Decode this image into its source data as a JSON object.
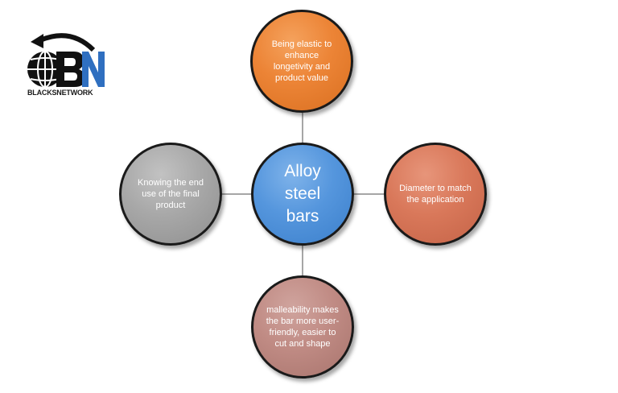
{
  "logo": {
    "brand": "BLACKSNETWORK",
    "mark": "BN"
  },
  "diagram": {
    "center": "Alloy steel bars",
    "top": "Being elastic to enhance longetivity and product value",
    "right": "Diameter to match the application",
    "bottom": "malleability makes the bar more user-friendly, easier to cut and shape",
    "left": "Knowing the end use of the final product"
  },
  "colors": {
    "center": "#5596dd",
    "top": "#ec8436",
    "right": "#d9785a",
    "bottom": "#c08b84",
    "left": "#a8a8a8",
    "connector": "#a6a6a6"
  }
}
